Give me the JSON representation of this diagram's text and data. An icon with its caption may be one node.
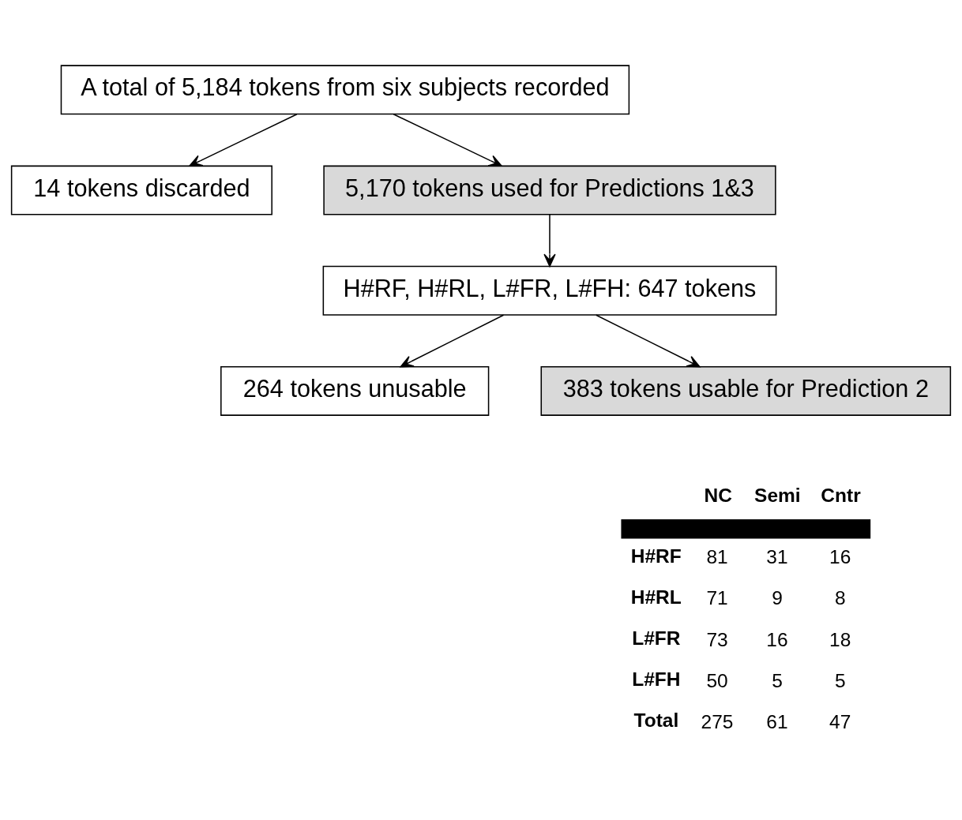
{
  "diagram": {
    "nodes": [
      {
        "text": [
          "A total of 5,184 tokens from six subjects recorded"
        ]
      },
      {
        "text": [
          "14 tokens discarded"
        ]
      },
      {
        "text": [
          "5,170 tokens used for Predictions 1&3"
        ]
      },
      {
        "text": [
          "H#RF, H#RL, L#FR, L#FH: 647 tokens"
        ]
      },
      {
        "text": [
          "264 tokens unusable"
        ]
      },
      {
        "text": [
          "383 tokens usable for Prediction 2"
        ]
      }
    ],
    "edges": [
      {
        "from": 0,
        "to": 1,
        "arrow": "to"
      },
      {
        "from": 0,
        "to": 2,
        "arrow": "to"
      },
      {
        "from": 2,
        "to": 3,
        "arrow": "to"
      },
      {
        "from": 3,
        "to": 4,
        "arrow": "to"
      },
      {
        "from": 3,
        "to": 5,
        "arrow": "to"
      }
    ],
    "labels": [
      "NC",
      "Semi",
      "Cntr",
      "H#RF",
      "81",
      "31",
      "16",
      "H#RL",
      "71",
      "9",
      "8",
      "L#FR",
      "73",
      "16",
      "18",
      "L#FH",
      "50",
      "5",
      "5",
      "Total",
      "275",
      "61",
      "47"
    ]
  }
}
